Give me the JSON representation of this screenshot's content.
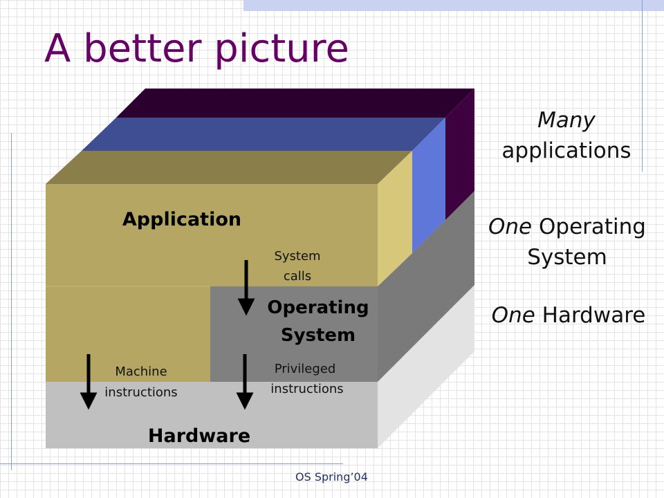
{
  "slide": {
    "title": "A better picture",
    "footer": "OS Spring’04"
  },
  "diagram": {
    "layers": {
      "application": "Application",
      "operating_system_line1": "Operating",
      "operating_system_line2": "System",
      "hardware": "Hardware"
    },
    "arrows": {
      "system_calls_line1": "System",
      "system_calls_line2": "calls",
      "machine_instructions_line1": "Machine",
      "machine_instructions_line2": "instructions",
      "privileged_instructions_line1": "Privileged",
      "privileged_instructions_line2": "instructions"
    }
  },
  "side_labels": {
    "many_applications": {
      "emphasis": "Many",
      "rest": "applications"
    },
    "one_os": {
      "emphasis": "One",
      "rest_line1": "Operating",
      "rest_line2": "System"
    },
    "one_hardware": {
      "emphasis": "One",
      "rest": "Hardware"
    }
  },
  "colors": {
    "title": "#660066",
    "app_front": "#b5a763",
    "app_top": "#8a7e4b",
    "app_side": "#d6c77a",
    "os_front": "#808080",
    "os_side": "#7a7a7a",
    "hw_front": "#c0c0c0",
    "hw_side": "#e3e3e3",
    "back_app_1": "#3f4d93",
    "back_app_1_side": "#5f77d9",
    "back_app_2": "#2b002e",
    "back_app_2_side": "#3e003f"
  }
}
